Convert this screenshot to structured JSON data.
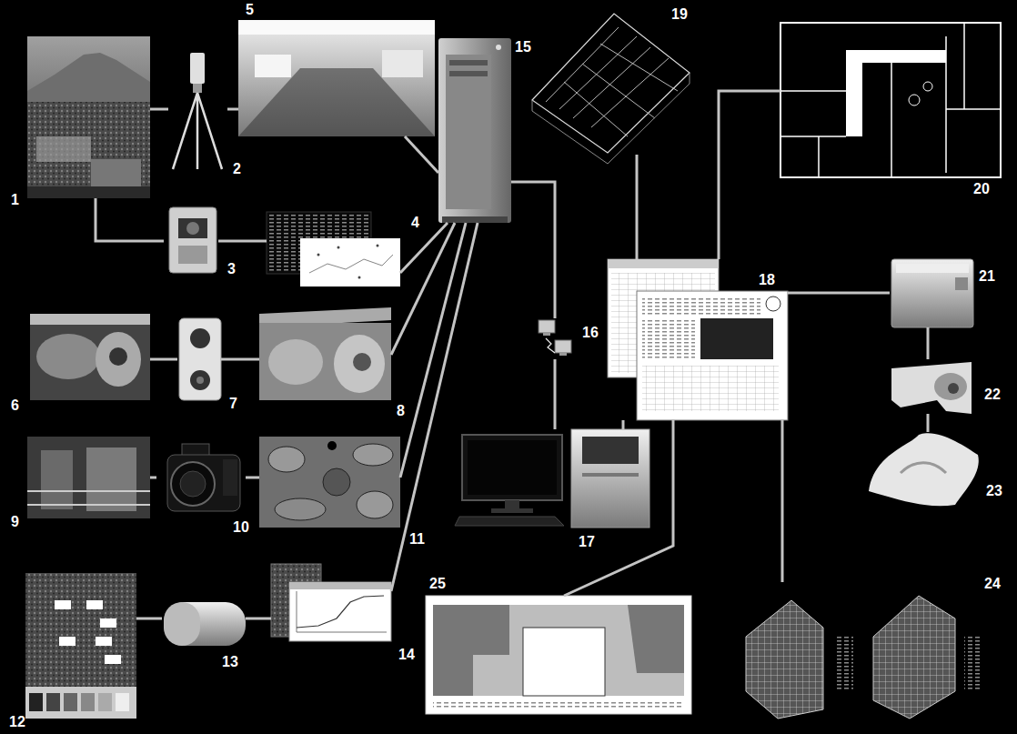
{
  "diagram": {
    "nodes": [
      {
        "text": [
          "1"
        ]
      },
      {
        "text": [
          "2"
        ]
      },
      {
        "text": [
          "3"
        ]
      },
      {
        "text": [
          "4"
        ]
      },
      {
        "text": [
          "5"
        ]
      },
      {
        "text": [
          "6"
        ]
      },
      {
        "text": [
          "7"
        ]
      },
      {
        "text": [
          "8"
        ]
      },
      {
        "text": [
          "9"
        ]
      },
      {
        "text": [
          "10"
        ]
      },
      {
        "text": [
          "11"
        ]
      },
      {
        "text": [
          "12"
        ]
      },
      {
        "text": [
          "13"
        ]
      },
      {
        "text": [
          "14"
        ]
      },
      {
        "text": [
          "15"
        ]
      },
      {
        "text": [
          "16"
        ]
      },
      {
        "text": [
          "17"
        ]
      },
      {
        "text": [
          "18"
        ]
      },
      {
        "text": [
          "19"
        ]
      },
      {
        "text": [
          "20"
        ]
      },
      {
        "text": [
          "21"
        ]
      },
      {
        "text": [
          "22"
        ]
      },
      {
        "text": [
          "23"
        ]
      },
      {
        "text": [
          "24"
        ]
      },
      {
        "text": [
          "25"
        ]
      }
    ],
    "edges": [
      {
        "from": 0,
        "to": 1,
        "arrow": "none"
      },
      {
        "from": 1,
        "to": 4,
        "arrow": "none"
      },
      {
        "from": 0,
        "to": 2,
        "arrow": "none"
      },
      {
        "from": 2,
        "to": 3,
        "arrow": "none"
      },
      {
        "from": 4,
        "to": 14,
        "arrow": "none"
      },
      {
        "from": 3,
        "to": 14,
        "arrow": "none"
      },
      {
        "from": 5,
        "to": 6,
        "arrow": "none"
      },
      {
        "from": 6,
        "to": 7,
        "arrow": "none"
      },
      {
        "from": 7,
        "to": 14,
        "arrow": "none"
      },
      {
        "from": 8,
        "to": 9,
        "arrow": "none"
      },
      {
        "from": 9,
        "to": 10,
        "arrow": "none"
      },
      {
        "from": 10,
        "to": 14,
        "arrow": "none"
      },
      {
        "from": 11,
        "to": 12,
        "arrow": "none"
      },
      {
        "from": 12,
        "to": 13,
        "arrow": "none"
      },
      {
        "from": 13,
        "to": 14,
        "arrow": "none"
      },
      {
        "from": 14,
        "to": 15,
        "arrow": "none"
      },
      {
        "from": 15,
        "to": 16,
        "arrow": "none"
      },
      {
        "from": 17,
        "to": 16,
        "arrow": "none"
      },
      {
        "from": 17,
        "to": 18,
        "arrow": "none"
      },
      {
        "from": 17,
        "to": 19,
        "arrow": "none"
      },
      {
        "from": 17,
        "to": 20,
        "arrow": "none"
      },
      {
        "from": 20,
        "to": 21,
        "arrow": "none"
      },
      {
        "from": 21,
        "to": 22,
        "arrow": "none"
      },
      {
        "from": 17,
        "to": 24,
        "arrow": "none"
      },
      {
        "from": 17,
        "to": 23,
        "arrow": "none"
      }
    ]
  }
}
